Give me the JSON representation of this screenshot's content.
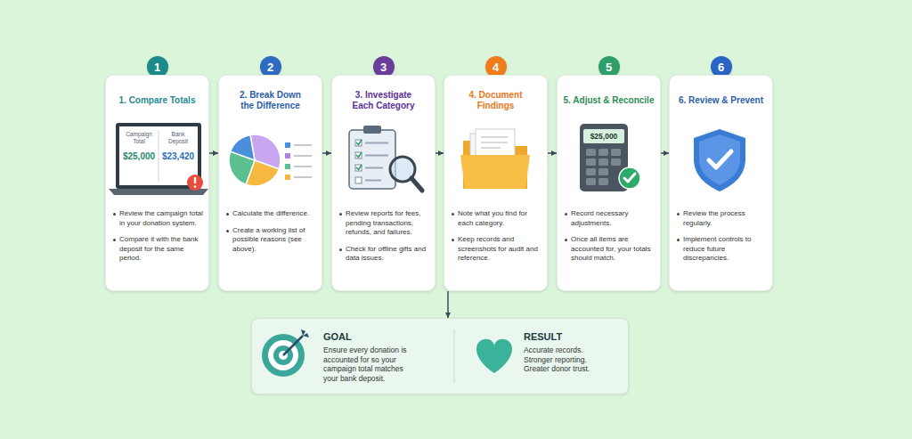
{
  "diagram": {
    "nodes": [
      {
        "text": [
          "1"
        ]
      },
      {
        "text": [
          "1. Compare Totals",
          "Review the campaign total in your donation system.",
          "Compare it with the bank deposit for the same period."
        ]
      },
      {
        "text": [
          "2"
        ]
      },
      {
        "text": [
          "2. Break Down the Difference",
          "Calculate the difference.",
          "Create a working list of possible reasons (see above)."
        ]
      },
      {
        "text": [
          "3"
        ]
      },
      {
        "text": [
          "3. Investigate Each Category",
          "Review reports for fees, pending transactions, refunds, and failures.",
          "Check for offline gifts and data issues."
        ]
      },
      {
        "text": [
          "4"
        ]
      },
      {
        "text": [
          "4. Document Findings",
          "Note what you find for each category.",
          "Keep records and screenshots for audit and reference."
        ]
      },
      {
        "text": [
          "5"
        ]
      },
      {
        "text": [
          "5. Adjust & Reconcile",
          "Record necessary adjustments.",
          "Once all items are accounted for, your totals should match."
        ]
      },
      {
        "text": [
          "6"
        ]
      },
      {
        "text": [
          "6. Review & Prevent",
          "Review the process regularly.",
          "Implement controls to reduce future discrepancies."
        ]
      },
      {
        "text": [
          "GOAL",
          "Ensure every donation is accounted for so your campaign total matches your bank deposit.",
          "RESULT",
          "Accurate records. Stronger reporting. Greater donor trust."
        ]
      }
    ],
    "edges": [
      {
        "from": 1,
        "to": 3,
        "arrow": "to"
      },
      {
        "from": 3,
        "to": 5,
        "arrow": "to"
      },
      {
        "from": 5,
        "to": 7,
        "arrow": "to"
      },
      {
        "from": 7,
        "to": 9,
        "arrow": "to"
      },
      {
        "from": 9,
        "to": 11,
        "arrow": "to"
      },
      {
        "from": 7,
        "to": 12,
        "arrow": "to"
      }
    ],
    "labels": [
      "Campaign Total",
      "$25,000",
      "Bank Deposit",
      "$23,420",
      "$25,000"
    ]
  }
}
